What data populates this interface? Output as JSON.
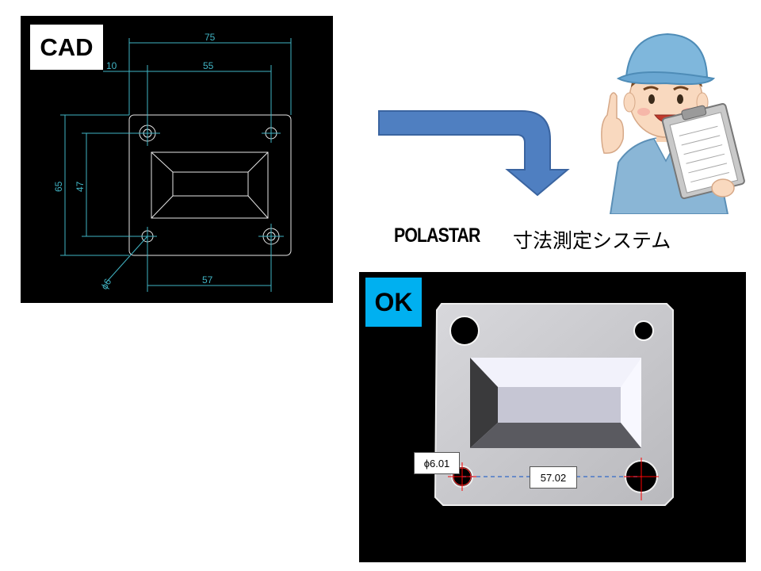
{
  "cad": {
    "tag": "CAD",
    "dims": {
      "overall_width": "75",
      "hole_pitch_top": "55",
      "edge_offset": "10",
      "overall_height": "65",
      "hole_pitch_vertical": "47",
      "hole_pitch_bottom": "57",
      "hole_diameter": "ϕ6"
    }
  },
  "title": {
    "brand": "POLASTAR",
    "subtitle": "寸法測定システム"
  },
  "ok": {
    "tag": "OK",
    "measured_diameter": "ϕ6.01",
    "measured_pitch": "57.02"
  },
  "colors": {
    "cad_dimension": "#41b4c4",
    "ok_badge": "#00b0f0",
    "arrow_fill": "#4f7fc1",
    "arrow_stroke": "#3a64a0",
    "measure_line": "#4a78c8",
    "crosshair": "#ff0000"
  }
}
